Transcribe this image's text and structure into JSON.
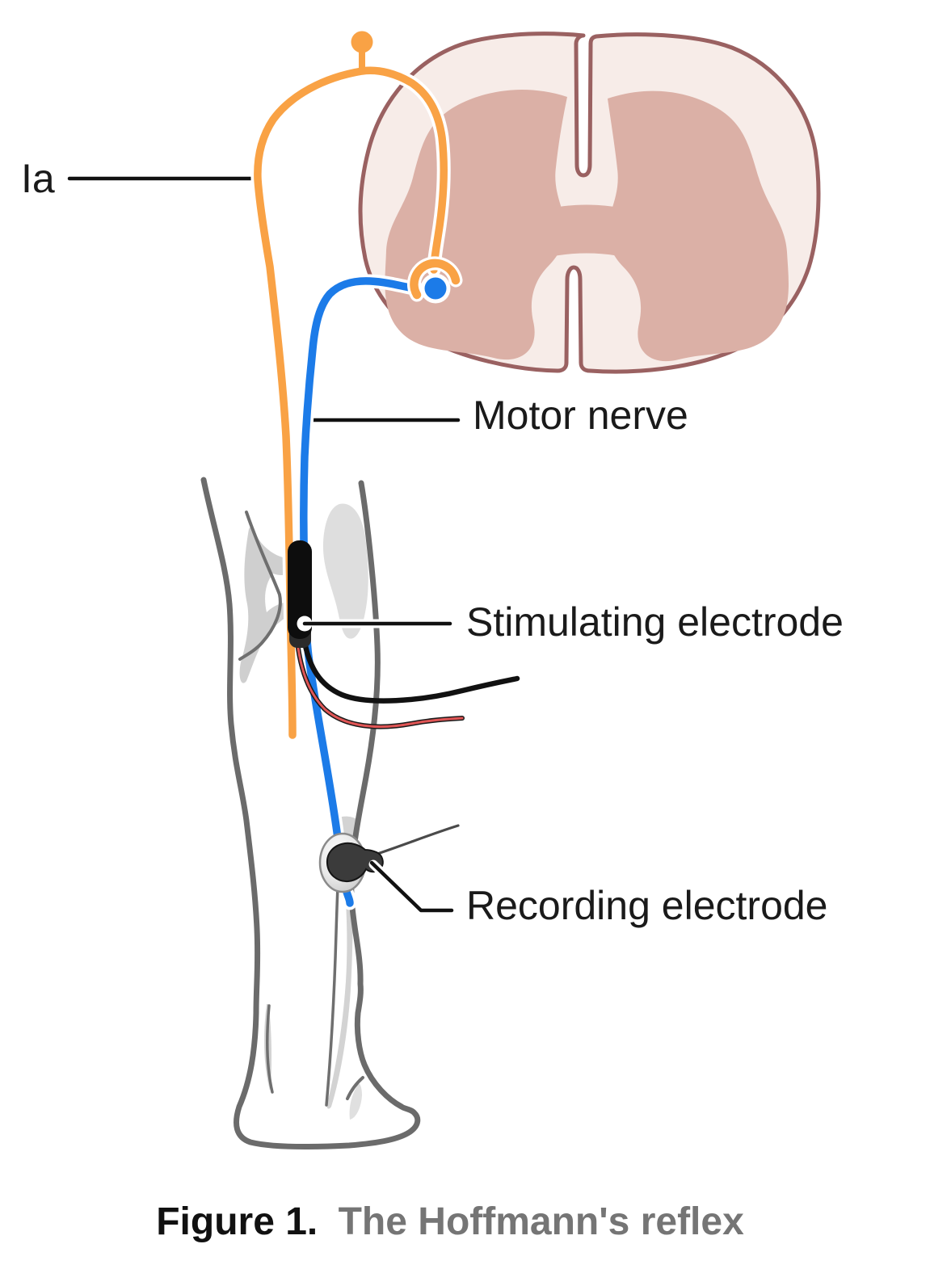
{
  "figure": {
    "labels": {
      "ia": "Ia",
      "motor_nerve": "Motor nerve",
      "stimulating_electrode": "Stimulating electrode",
      "recording_electrode": "Recording electrode"
    },
    "caption": {
      "prefix": "Figure 1.",
      "text": "The Hoffmann's reflex"
    },
    "colors": {
      "afferent_orange": "#F9A245",
      "motor_blue": "#1C7BE8",
      "cord_outline": "#9A6161",
      "white_matter": "#F7ECE8",
      "gray_matter": "#DBB0A6",
      "leg_outline": "#6B6B6B",
      "bone_fill": "#CFCFCF",
      "bone_fill_light": "#DEDEDE",
      "muscle_streak": "#D3D3D3",
      "electrode_black": "#0D0D0D",
      "wire_black": "#111111",
      "wire_red": "#E05555",
      "label_text": "#1A1A1A",
      "caption_dark": "#111111",
      "caption_gray": "#757575"
    }
  }
}
